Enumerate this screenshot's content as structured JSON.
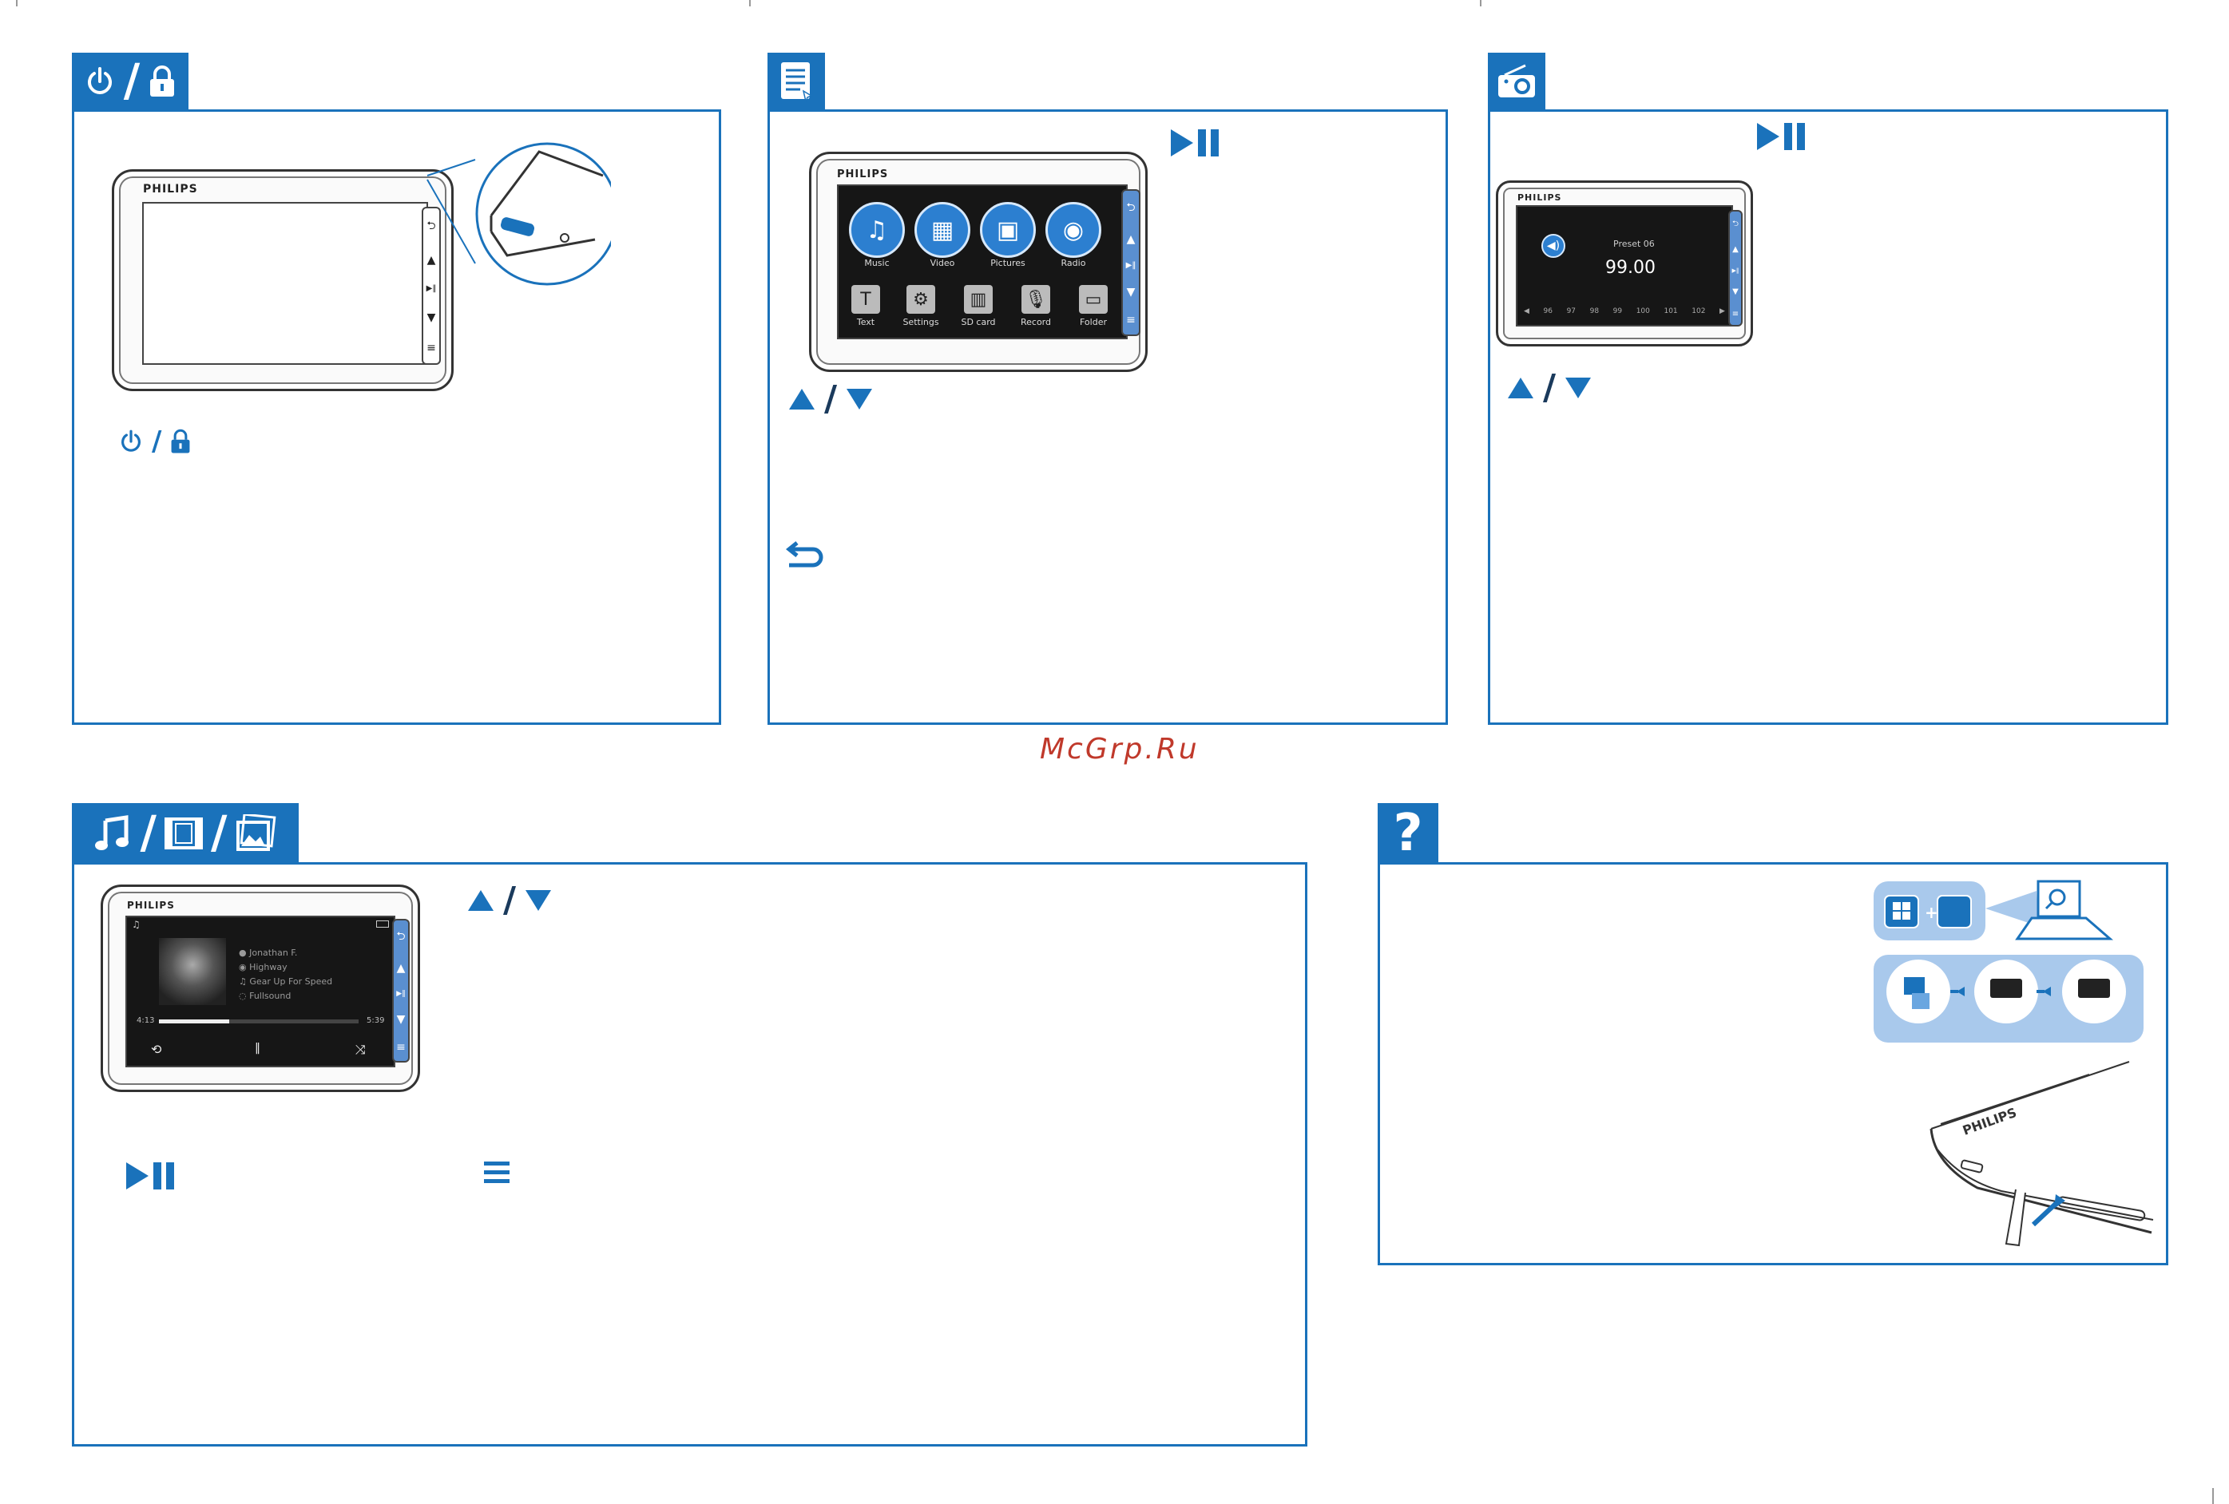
{
  "watermark": "McGrp.Ru",
  "colors": {
    "accent": "#1a72bb",
    "watermark": "#c0392b"
  },
  "panels": {
    "power": {
      "tab_icons": [
        "power-icon",
        "lock-icon"
      ],
      "device_brand": "PHILIPS",
      "side_buttons": [
        "back",
        "up",
        "play-pause",
        "down",
        "menu"
      ]
    },
    "menu": {
      "tab_icon": "list-icon",
      "device_brand": "PHILIPS",
      "top_items": [
        "Music",
        "Video",
        "Pictures",
        "Radio"
      ],
      "bottom_items": [
        "Text",
        "Settings",
        "SD card",
        "Record",
        "Folder"
      ]
    },
    "radio": {
      "tab_icon": "radio-icon",
      "device_brand": "PHILIPS",
      "preset": "Preset 06",
      "frequency": "99.00",
      "scale": [
        "96",
        "97",
        "98",
        "99",
        "100",
        "101",
        "102"
      ]
    },
    "media": {
      "tab_icons": [
        "music-icon",
        "video-icon",
        "pictures-icon"
      ],
      "device_brand": "PHILIPS",
      "info": [
        "Jonathan F.",
        "Highway",
        "Gear Up For Speed",
        "Fullsound"
      ],
      "elapsed": "4:13",
      "total": "5:39",
      "progress": 0.35
    },
    "help": {
      "tab_icon": "question-icon",
      "tab_text": "?",
      "device_brand": "PHILIPS"
    }
  }
}
